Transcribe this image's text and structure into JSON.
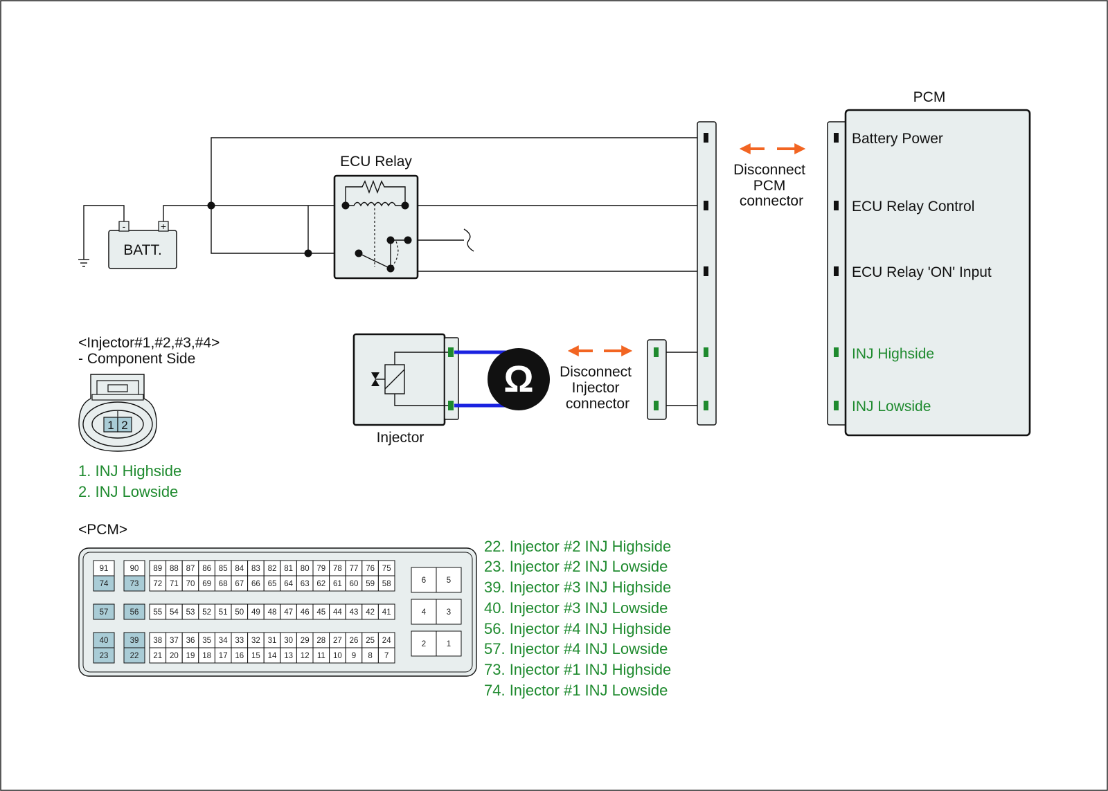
{
  "labels": {
    "pcm_title": "PCM",
    "ecu_relay": "ECU Relay",
    "battery": "BATT.",
    "batt_minus": "-",
    "batt_plus": "+",
    "injector": "Injector",
    "disconnect_pcm": [
      "Disconnect",
      "PCM",
      "connector"
    ],
    "disconnect_injector": [
      "Disconnect",
      "Injector",
      "connector"
    ],
    "ohm_symbol": "Ω"
  },
  "pcm_pins": [
    {
      "label": "Battery Power",
      "color": "#111111"
    },
    {
      "label": "ECU Relay Control",
      "color": "#111111"
    },
    {
      "label": "ECU Relay 'ON' Input",
      "color": "#111111"
    },
    {
      "label": "INJ Highside",
      "color": "#1e8a2e"
    },
    {
      "label": "INJ Lowside",
      "color": "#1e8a2e"
    }
  ],
  "injector_connector": {
    "title": "<Injector#1,#2,#3,#4>",
    "subtitle": "- Component Side",
    "pins": [
      "1",
      "2"
    ],
    "legend": [
      "1. INJ Highside",
      "2. INJ Lowside"
    ]
  },
  "pcm_connector": {
    "title": "<PCM>",
    "left_pairs": [
      {
        "top": "91",
        "bottom": "74",
        "top_hl": false,
        "bottom_hl": true
      },
      {
        "top": "90",
        "bottom": "73",
        "top_hl": false,
        "bottom_hl": true
      }
    ],
    "mid_singles": [
      {
        "value": "57",
        "hl": true
      },
      {
        "value": "56",
        "hl": true
      }
    ],
    "low_pairs": [
      {
        "top": "40",
        "bottom": "23",
        "top_hl": true,
        "bottom_hl": true
      },
      {
        "top": "39",
        "bottom": "22",
        "top_hl": true,
        "bottom_hl": true
      }
    ],
    "row1": [
      "89",
      "88",
      "87",
      "86",
      "85",
      "84",
      "83",
      "82",
      "81",
      "80",
      "79",
      "78",
      "77",
      "76",
      "75"
    ],
    "row2": [
      "72",
      "71",
      "70",
      "69",
      "68",
      "67",
      "66",
      "65",
      "64",
      "63",
      "62",
      "61",
      "60",
      "59",
      "58"
    ],
    "row3": [
      "55",
      "54",
      "53",
      "52",
      "51",
      "50",
      "49",
      "48",
      "47",
      "46",
      "45",
      "44",
      "43",
      "42",
      "41"
    ],
    "row4": [
      "38",
      "37",
      "36",
      "35",
      "34",
      "33",
      "32",
      "31",
      "30",
      "29",
      "28",
      "27",
      "26",
      "25",
      "24"
    ],
    "row5": [
      "21",
      "20",
      "19",
      "18",
      "17",
      "16",
      "15",
      "14",
      "13",
      "12",
      "11",
      "10",
      "9",
      "8",
      "7"
    ],
    "right_blocks": [
      [
        "6",
        "5"
      ],
      [
        "4",
        "3"
      ],
      [
        "2",
        "1"
      ]
    ],
    "legend": [
      "22. Injector #2 INJ Highside",
      "23. Injector #2 INJ Lowside",
      "39. Injector #3 INJ Highside",
      "40. Injector #3 INJ Lowside",
      "56. Injector #4 INJ Highside",
      "57. Injector #4 INJ Lowside",
      "73. Injector #1 INJ Highside",
      "74. Injector #1 INJ Lowside"
    ]
  },
  "colors": {
    "wire": "#111111",
    "green_pin": "#1e8a2e",
    "blue_lead": "#1a22e0",
    "arrow": "#f26522",
    "highlight_cell": "#a9ccd6",
    "box_fill": "#e8eeee"
  }
}
